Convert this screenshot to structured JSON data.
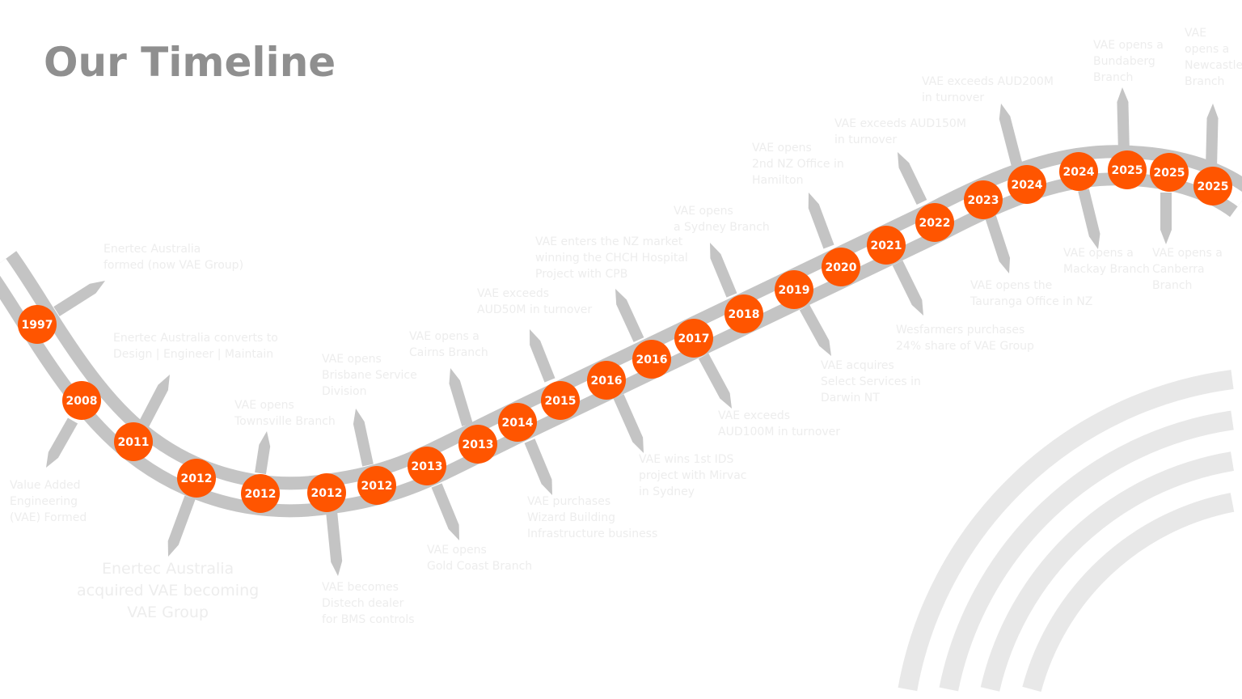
{
  "title": "Our Timeline",
  "colors": {
    "accent": "#ff5500",
    "track": "#c4c4c4",
    "background_arcs": "#e8e8e8",
    "title": "#8f8f8f"
  },
  "milestones": [
    "1997",
    "2008",
    "2011",
    "2012",
    "2012",
    "2012",
    "2012",
    "2013",
    "2013",
    "2014",
    "2015",
    "2016",
    "2016",
    "2017",
    "2018",
    "2019",
    "2020",
    "2021",
    "2022",
    "2023",
    "2024",
    "2024",
    "2025",
    "2025",
    "2025"
  ],
  "events": [
    "Enertec Australia\nformed (now VAE Group)",
    "Enertec Australia converts to\nDesign | Engineer | Maintain",
    "VAE opens\nBrisbane Service\nDivision",
    "VAE opens\nTownsville Branch",
    "Value Added\nEngineering\n(VAE) Formed",
    "Enertec Australia\nacquired VAE becoming\nVAE Group",
    "VAE becomes\nDistech dealer\nfor BMS controls",
    "VAE opens\nGold Coast Branch",
    "VAE opens a\nCairns Branch",
    "VAE exceeds\nAUD50M in turnover",
    "VAE enters the NZ market\nwinning the CHCH Hospital\nProject with CPB",
    "VAE opens\na Sydney Branch",
    "VAE purchases\nWizard Building\nInfrastructure business",
    "VAE wins 1st IDS\nproject with Mirvac\nin Sydney",
    "VAE exceeds\nAUD100M in turnover",
    "VAE acquires\nSelect Services in\nDarwin NT",
    "VAE opens\n2nd NZ Office in\nHamilton",
    "VAE exceeds AUD150M\nin turnover",
    "VAE exceeds AUD200M\nin turnover",
    "Wesfarmers purchases\n24% share of VAE Group",
    "VAE opens the\nTauranga Office in NZ",
    "VAE opens a\nMackay Branch",
    "VAE opens a\nCanberra\nBranch",
    "VAE opens a\nBundaberg\nBranch",
    "VAE\nopens a\nNewcastle\nBranch"
  ]
}
